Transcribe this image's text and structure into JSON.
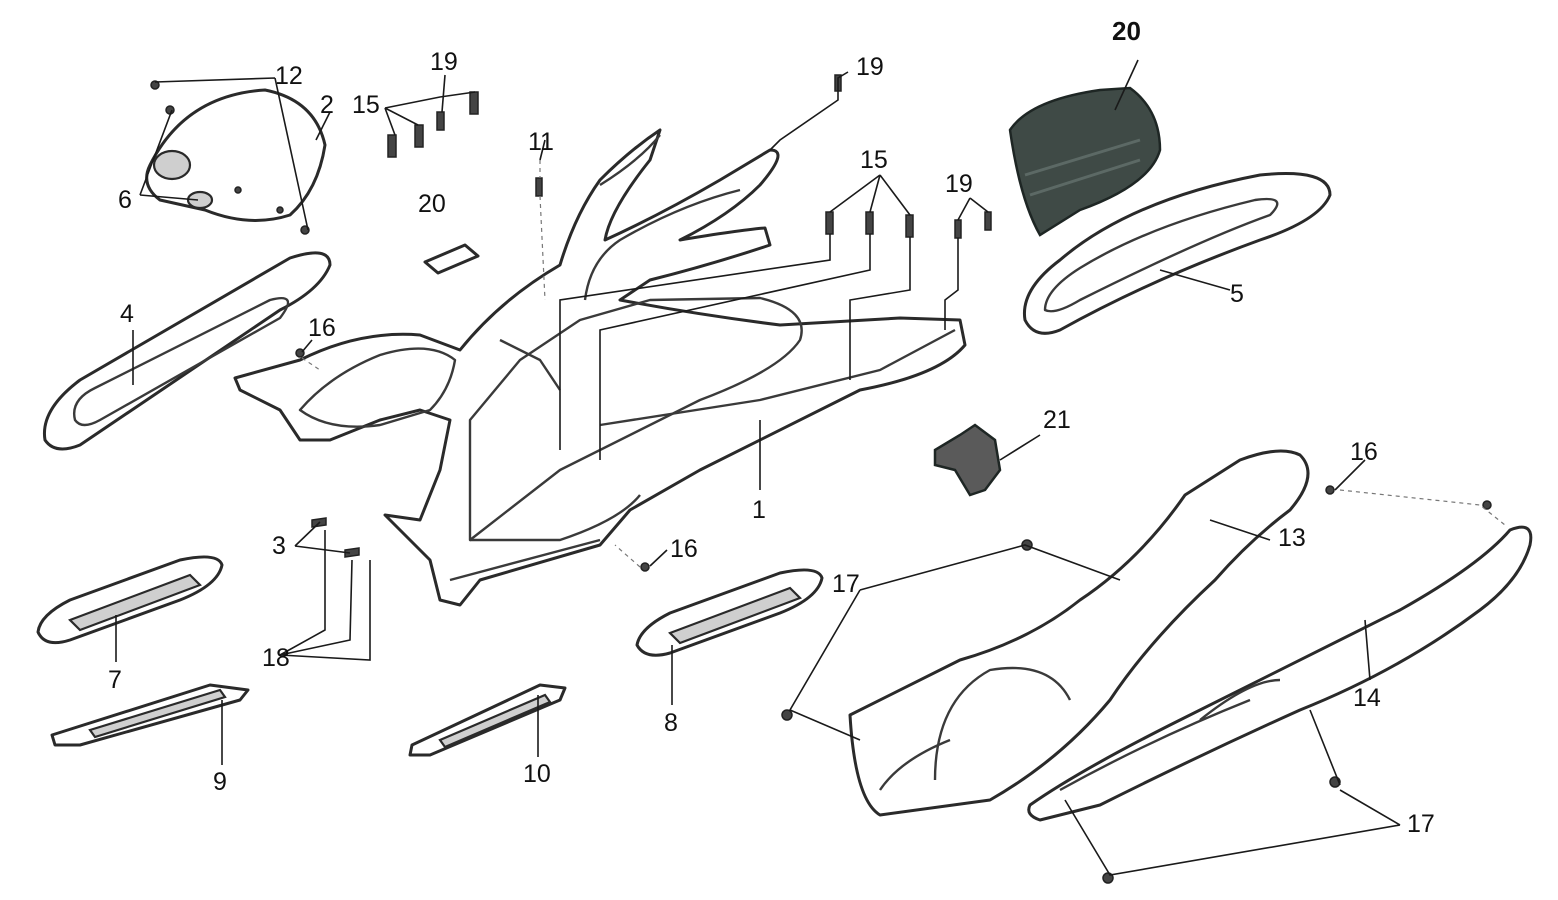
{
  "labels": {
    "l1": "1",
    "l2": "2",
    "l3": "3",
    "l4": "4",
    "l5": "5",
    "l6": "6",
    "l7": "7",
    "l8": "8",
    "l9": "9",
    "l10": "10",
    "l11": "11",
    "l12": "12",
    "l13": "13",
    "l14": "14",
    "l15a": "15",
    "l15b": "15",
    "l16a": "16",
    "l16b": "16",
    "l16c": "16",
    "l17a": "17",
    "l17b": "17",
    "l18": "18",
    "l19a": "19",
    "l19b": "19",
    "l19c": "19",
    "l20a": "20",
    "l20b": "20",
    "l21": "21"
  },
  "colors": {
    "line": "#2a2a2a",
    "panel_dark": "#3f4a46",
    "background": "#ffffff"
  }
}
